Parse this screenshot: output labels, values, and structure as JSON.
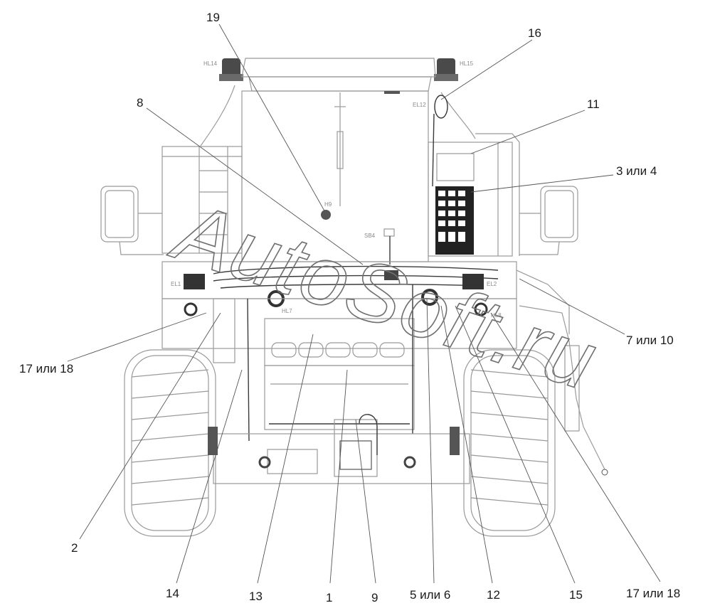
{
  "callouts": {
    "c19": "19",
    "c16": "16",
    "c8": "8",
    "c11": "11",
    "c3_4": "3 или 4",
    "c7_10": "7 или 10",
    "c17_18_left": "17 или 18",
    "c2": "2",
    "c14": "14",
    "c13": "13",
    "c1": "1",
    "c9": "9",
    "c5_6": "5 или 6",
    "c12": "12",
    "c15": "15",
    "c17_18_right": "17 или 18"
  },
  "component_labels": {
    "hl14": "HL14",
    "hl15": "HL15",
    "el12": "EL12",
    "h9": "H9",
    "sb4": "SB4",
    "el1": "EL1",
    "el2": "EL2",
    "hl7": "HL7",
    "hl8": "HL8"
  },
  "watermark": "AutoSoft.ru",
  "colors": {
    "line": "#9a9a9a",
    "dark": "#3a3a3a",
    "text": "#1a1a1a"
  }
}
